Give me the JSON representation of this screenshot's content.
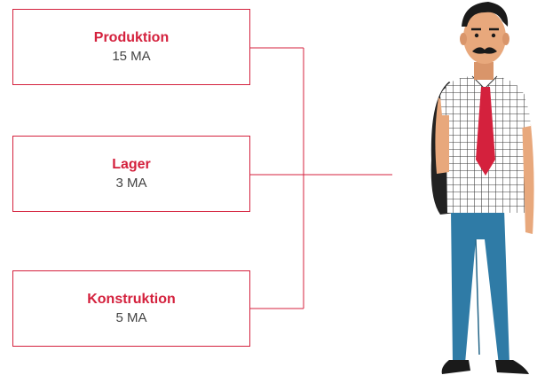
{
  "units": [
    {
      "name": "Produktion",
      "count": "15 MA"
    },
    {
      "name": "Lager",
      "count": "3 MA"
    },
    {
      "name": "Konstruktion",
      "count": "5 MA"
    }
  ],
  "colors": {
    "accent": "#d4213d",
    "line": "#d4213d",
    "text": "#444444",
    "skin": "#e8a87c",
    "hair": "#1a1a1a",
    "shirt_grid": "#3a3a3a",
    "tie": "#d4213d",
    "pants": "#2f7ba6",
    "bag": "#222222"
  },
  "illustration": "man-with-backpack"
}
